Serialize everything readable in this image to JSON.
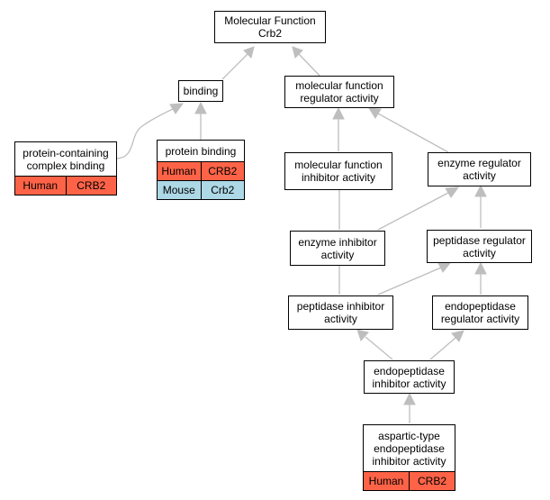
{
  "colors": {
    "human": "#ff6347",
    "mouse": "#add8e6",
    "edge": "#bebebe"
  },
  "nodes": {
    "molecular_function": {
      "lines": [
        "Molecular Function",
        "Crb2"
      ]
    },
    "binding": {
      "lines": [
        "binding"
      ]
    },
    "mf_regulator": {
      "lines": [
        "molecular function",
        "regulator activity"
      ]
    },
    "protein_containing_complex_binding": {
      "lines": [
        "protein-containing",
        "complex binding"
      ],
      "annotations": [
        {
          "species": "Human",
          "gene": "CRB2"
        }
      ]
    },
    "protein_binding": {
      "lines": [
        "protein binding"
      ],
      "annotations": [
        {
          "species": "Human",
          "gene": "CRB2"
        },
        {
          "species": "Mouse",
          "gene": "Crb2"
        }
      ]
    },
    "mf_inhibitor": {
      "lines": [
        "molecular function",
        "inhibitor activity"
      ]
    },
    "enzyme_regulator": {
      "lines": [
        "enzyme regulator",
        "activity"
      ]
    },
    "enzyme_inhibitor": {
      "lines": [
        "enzyme inhibitor",
        "activity"
      ]
    },
    "peptidase_regulator": {
      "lines": [
        "peptidase regulator",
        "activity"
      ]
    },
    "peptidase_inhibitor": {
      "lines": [
        "peptidase inhibitor",
        "activity"
      ]
    },
    "endopeptidase_regulator": {
      "lines": [
        "endopeptidase",
        "regulator activity"
      ]
    },
    "endopeptidase_inhibitor": {
      "lines": [
        "endopeptidase",
        "inhibitor activity"
      ]
    },
    "aspartic_type_inhibitor": {
      "lines": [
        "aspartic-type",
        "endopeptidase",
        "inhibitor activity"
      ],
      "annotations": [
        {
          "species": "Human",
          "gene": "CRB2"
        }
      ]
    }
  }
}
